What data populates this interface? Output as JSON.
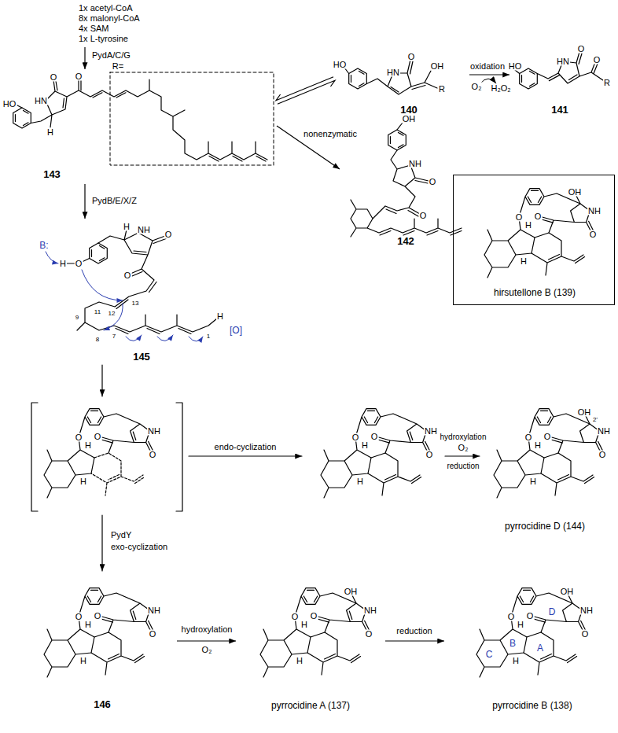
{
  "diagram": {
    "nodes": [
      {
        "text": [
          "1x acetyl-CoA",
          "8x malonyl-CoA",
          "4x SAM",
          "1x L-tyrosine"
        ]
      },
      {
        "text": [
          "143"
        ]
      },
      {
        "text": [
          "140"
        ]
      },
      {
        "text": [
          "141"
        ]
      },
      {
        "text": [
          "142"
        ]
      },
      {
        "text": [
          "hirsutellone B (139)"
        ]
      },
      {
        "text": [
          "145"
        ]
      },
      {
        "text": [
          "pyrrocidine D (144)"
        ]
      },
      {
        "text": [
          "146"
        ]
      },
      {
        "text": [
          "pyrrocidine A (137)"
        ]
      },
      {
        "text": [
          "pyrrocidine B (138)"
        ]
      }
    ],
    "edges": [
      {
        "from": 0,
        "to": 1,
        "arrow": "to",
        "label": "PydA/C/G"
      },
      {
        "from": 1,
        "to": 2,
        "arrow": "both"
      },
      {
        "from": 2,
        "to": 3,
        "arrow": "to",
        "label": "oxidation"
      },
      {
        "from": 1,
        "to": 4,
        "arrow": "to",
        "label": "nonenzymatic"
      },
      {
        "from": 1,
        "to": 6,
        "arrow": "to",
        "label": "PydB/E/X/Z"
      },
      {
        "from": 8,
        "to": 9,
        "arrow": "to",
        "label": "hydroxylation"
      },
      {
        "from": 9,
        "to": 10,
        "arrow": "to",
        "label": "reduction"
      }
    ],
    "labels": [
      "HO",
      "HN",
      "O",
      "O",
      "H",
      "R=",
      "HO",
      "HN",
      "O",
      "OH",
      "R",
      "O₂",
      "H₂O₂",
      "HO",
      "HN",
      "O",
      "O",
      "R",
      "OH",
      "NH",
      "O",
      "O",
      "OH",
      "O",
      "O",
      "NH",
      "O",
      "H",
      "H",
      "B:",
      "H",
      "O",
      "H",
      "NH",
      "O",
      "O",
      "13",
      "12",
      "11",
      "9",
      "8",
      "7",
      "1",
      "H",
      "[O]",
      "O",
      "O",
      "NH",
      "O",
      "H",
      "H",
      "endo-cyclization",
      "O",
      "O",
      "NH",
      "O",
      "H",
      "H",
      "hydroxylation",
      "O₂",
      "reduction",
      "OH",
      "2'",
      "O",
      "O",
      "NH",
      "O",
      "H",
      "H",
      "PydY",
      "exo-cyclization",
      "O",
      "O",
      "NH",
      "O",
      "H",
      "H",
      "O₂",
      "OH",
      "O",
      "O",
      "NH",
      "O",
      "H",
      "H",
      "OH",
      "O",
      "O",
      "NH",
      "O",
      "H",
      "H",
      "A",
      "B",
      "C",
      "D"
    ]
  }
}
